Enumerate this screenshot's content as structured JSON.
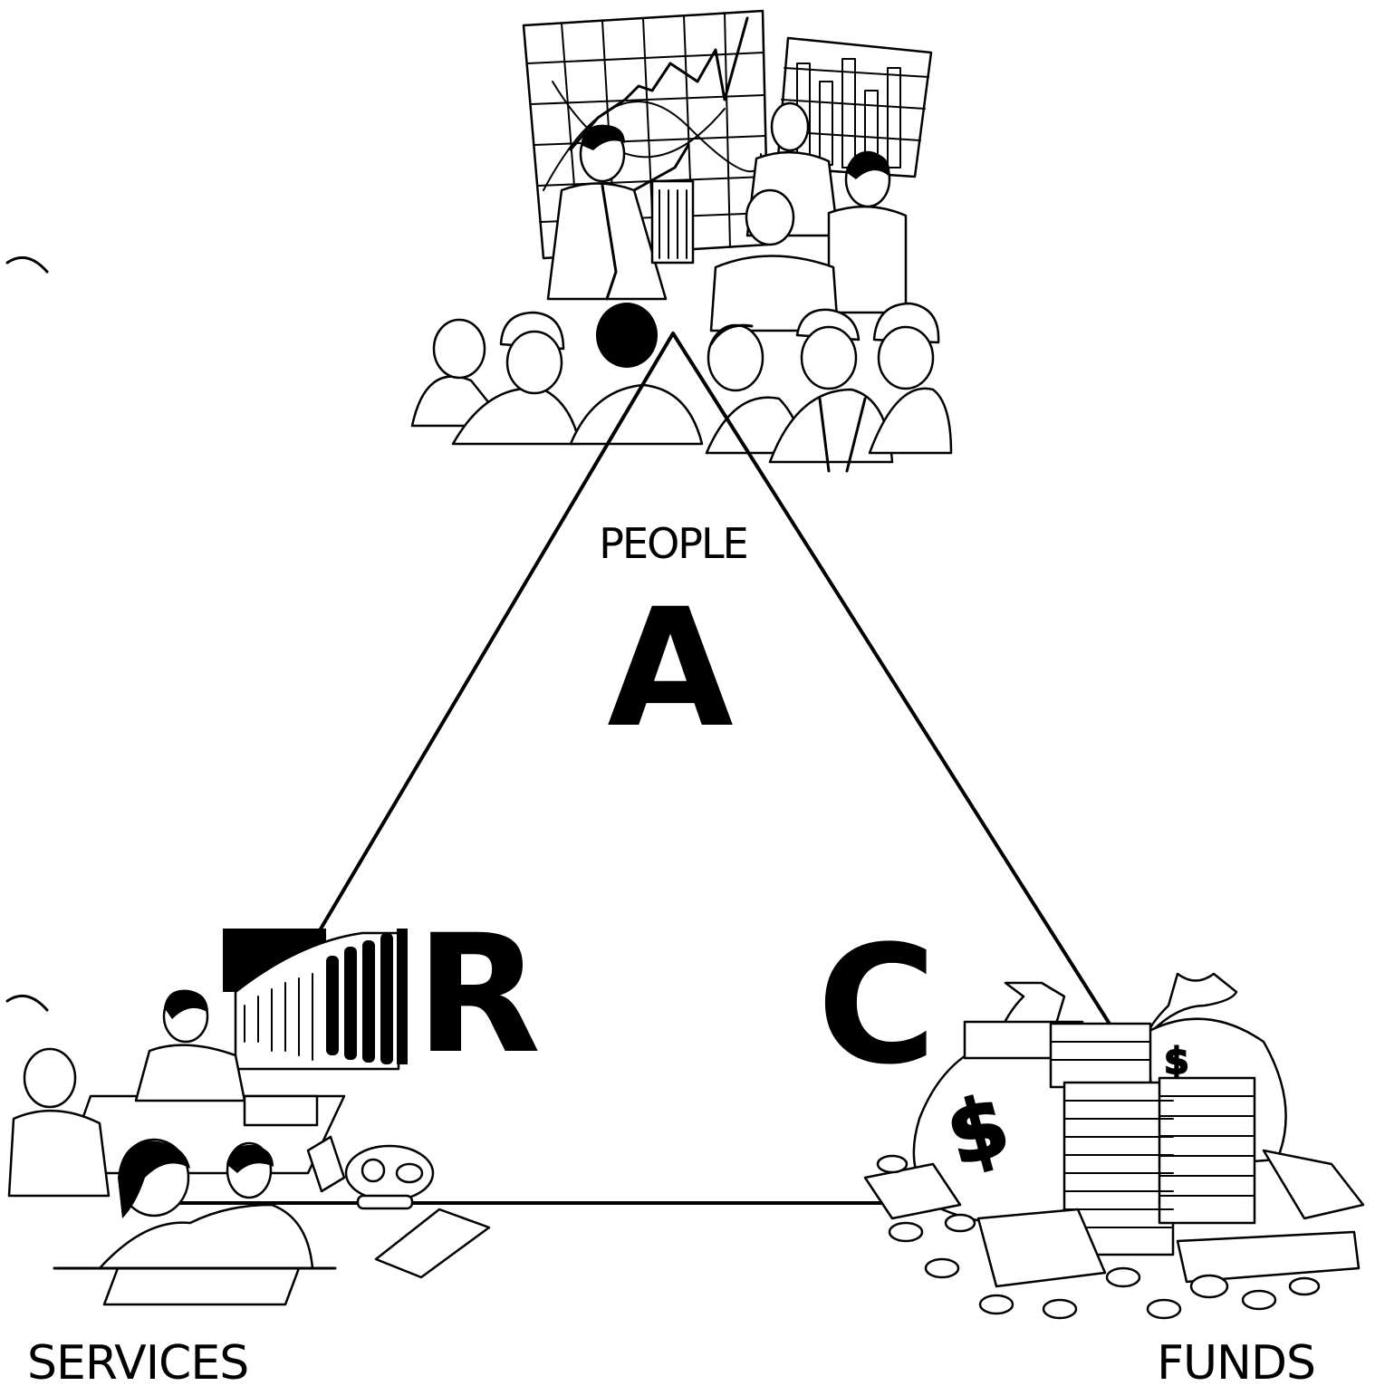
{
  "vertices": {
    "top": {
      "caption": "PEOPLE",
      "letter": "A",
      "illustration": "group-meeting-illustration"
    },
    "left": {
      "caption": "SERVICES",
      "letter": "R",
      "illustration": "office-services-illustration"
    },
    "right": {
      "caption": "FUNDS",
      "letter": "C",
      "illustration": "money-bags-illustration"
    }
  },
  "colors": {
    "ink": "#000000",
    "background": "#ffffff"
  }
}
